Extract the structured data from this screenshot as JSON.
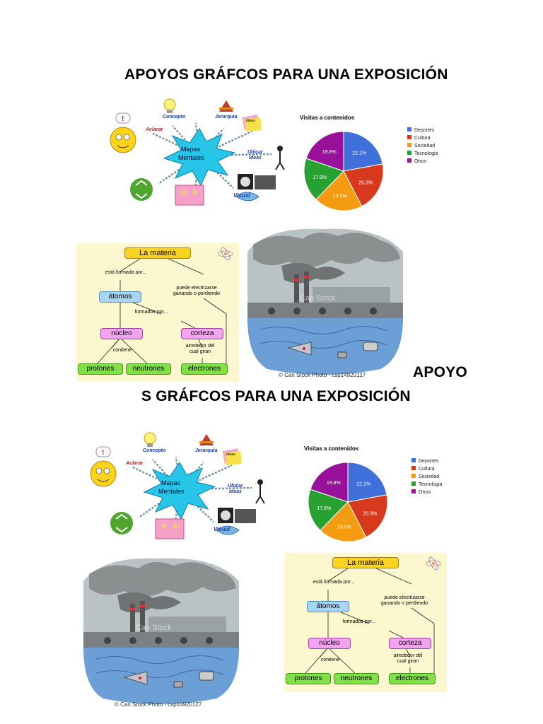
{
  "heading1": "APOYOS GRÁFCOS PARA UNA EXPOSICIÓN",
  "heading2_part1": "APOYO",
  "heading2_part2": "S GRÁFCOS PARA UNA EXPOSICIÓN",
  "mind_map": {
    "center": [
      "Mapas",
      "Mentales"
    ],
    "labels": {
      "aclarar": "Aclarar",
      "concepto": "Concepto",
      "jerarquia": "Jerarquía",
      "ideas_box": "Ideas",
      "ubicar": "Ubicar",
      "ideas": "ideas",
      "visual": "Visual"
    }
  },
  "chart_data": {
    "type": "pie",
    "title": "Visitas a contenidos",
    "categories": [
      "Deportes",
      "Cultura",
      "Sociedad",
      "Tecnologia",
      "Otros"
    ],
    "values": [
      22.1,
      20.3,
      19.9,
      17.9,
      19.8
    ],
    "labels": [
      "22.1%",
      "20.3%",
      "19.9%",
      "17.9%",
      "19.8%"
    ],
    "colors": [
      "#3f6fd8",
      "#d8391d",
      "#f59b12",
      "#27a230",
      "#99119a"
    ],
    "legend_position": "right"
  },
  "concept_map": {
    "materia": "La materia",
    "formada": "está formada por...",
    "atomos": "átomos",
    "formados": "formados por...",
    "electrizarse": [
      "puede electrizarse",
      "ganando o perdiendo"
    ],
    "nucleo": "núcleo",
    "corteza": "corteza",
    "contiene": "contiene",
    "alrededor": [
      "alrededor del",
      "cual giran"
    ],
    "protones": "protones",
    "neutrones": "neutrones",
    "electrones": "electrones"
  },
  "pollution": {
    "caption": "© Can Stock Photo - csp14920127",
    "watermark": "Can Stock"
  }
}
